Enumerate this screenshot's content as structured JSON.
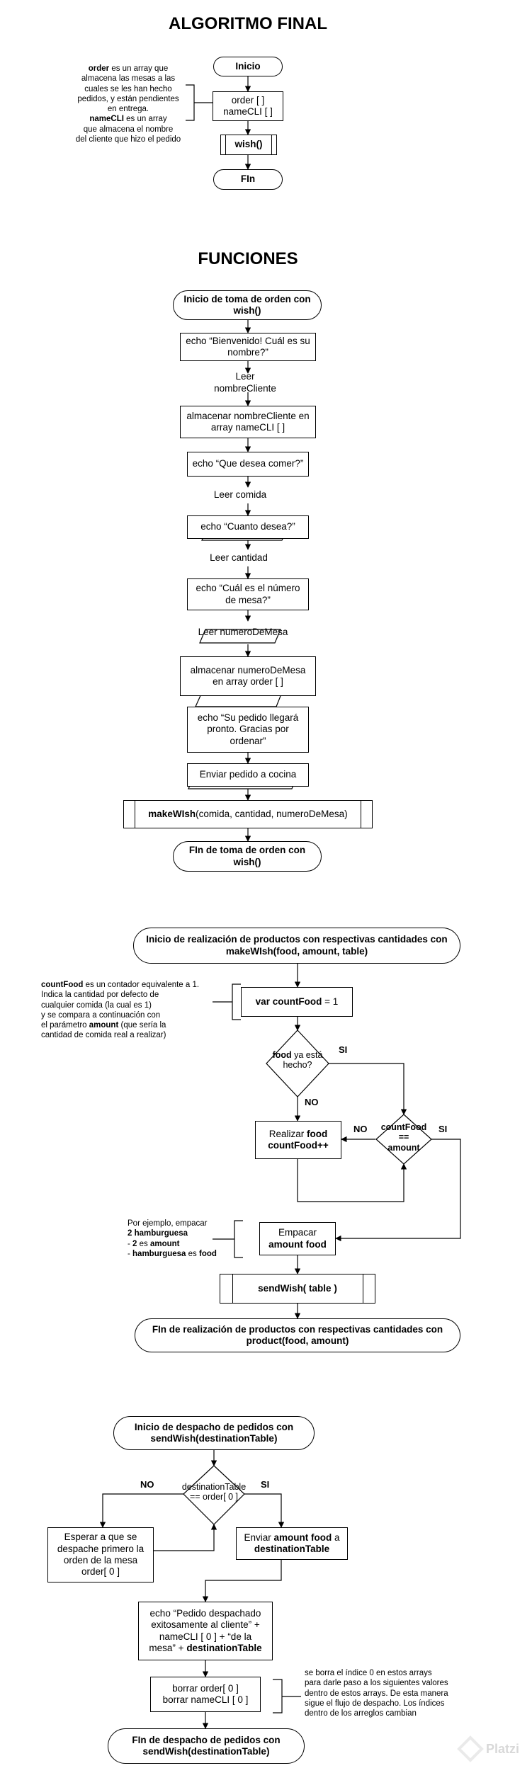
{
  "main": {
    "title": "ALGORITMO FINAL",
    "start": "Inicio",
    "decl_line1": "order [ ]",
    "decl_line2": "nameCLI [ ]",
    "call": "wish()",
    "end": "FIn",
    "note": {
      "order_var": "order",
      "order_text": " es un array que\nalmacena las mesas a las\ncuales se les han hecho\npedidos, y están pendientes\nen entrega.",
      "name_var": "nameCLI",
      "name_text": " es un array\nque almacena el nombre\ndel cliente que hizo el pedido"
    }
  },
  "functions_title": "FUNCIONES",
  "wish": {
    "start": "Inicio de toma de orden con\nwish()",
    "steps": [
      "echo “Bienvenido! Cuál es su\nnombre?”",
      "Leer nombreCliente",
      "almacenar nombreCliente en\narray nameCLI [ ]",
      "echo “Que desea comer?”",
      "Leer comida",
      "echo “Cuanto desea?”",
      "Leer cantidad",
      "echo “Cuál es el número\nde mesa?”",
      "Leer numeroDeMesa",
      "almacenar numeroDeMesa\nen array order [ ]",
      "echo “Su pedido llegará\npronto. Gracias por\nordenar”",
      "Enviar pedido a cocina"
    ],
    "call_bold": "makeWIsh",
    "call_rest": "(comida, cantidad, numeroDeMesa)",
    "end": "FIn de toma de orden con\nwish()"
  },
  "make": {
    "start": "Inicio de realización de productos con respectivas cantidades con\nmakeWIsh(food, amount, table)",
    "init_bold": "var countFood",
    "init_rest": " = 1",
    "note_var": "countFood",
    "note_text1": " es un contador equivalente a 1.\nIndica la cantidad por defecto de\ncualquier comida (la cual es 1)\ny se compara a continuación con\nel parámetro ",
    "note_var2": "amount",
    "note_text2": " (que sería la\ncantidad de comida real a realizar)",
    "dec1_bold": "food",
    "dec1_rest": " ya está\nhecho?",
    "dec1_yes": "SI",
    "dec1_no": "NO",
    "realize_pre": "Realizar ",
    "realize_bold": "food",
    "realize_line2": "countFood++",
    "dec2_text": "countFood\n==\namount",
    "dec2_no": "NO",
    "dec2_yes": "SI",
    "pack_line1": "Empacar",
    "pack_line2": "amount food",
    "note2_line1": "Por ejemplo, empacar",
    "note2_line2": "2 hamburguesa",
    "note2_l3_pre": "- ",
    "note2_l3_bold_a": "2",
    "note2_l3_mid": " es ",
    "note2_l3_bold_b": "amount",
    "note2_l4_pre": "- ",
    "note2_l4_bold": "hamburguesa",
    "note2_l4_mid": " es ",
    "note2_l4_bold2": "food",
    "send_call": "sendWish( table )",
    "end": "FIn de realización de productos con respectivas cantidades con\nproduct(food, amount)"
  },
  "send": {
    "start": "Inicio de despacho de pedidos con\nsendWish(destinationTable)",
    "dec_text": "destinationTable\n== order[ 0 ]",
    "no": "NO",
    "yes": "SI",
    "wait": "Esperar a que se\ndespache primero la\norden de la mesa\norder[ 0 ]",
    "send_pre": "Enviar ",
    "send_bold": "amount food",
    "send_mid": " a",
    "send_bold2": "destinationTable",
    "echo_text": "echo “Pedido despachado\nexitosamente al cliente” +\nnameCLI [ 0 ] + “de la\nmesa” + ",
    "echo_bold": "destinationTable",
    "remove": "borrar order[ 0 ]\nborrar nameCLI [ 0 ]",
    "note": "se borra el índice 0 en estos arrays\npara darle paso a los siguientes valores\ndentro de estos arrays. De esta manera\nsigue el flujo de despacho. Los índices\ndentro de los arreglos cambian",
    "end": "FIn de despacho de pedidos con\nsendWish(destinationTable)"
  },
  "watermark": "Platzi"
}
